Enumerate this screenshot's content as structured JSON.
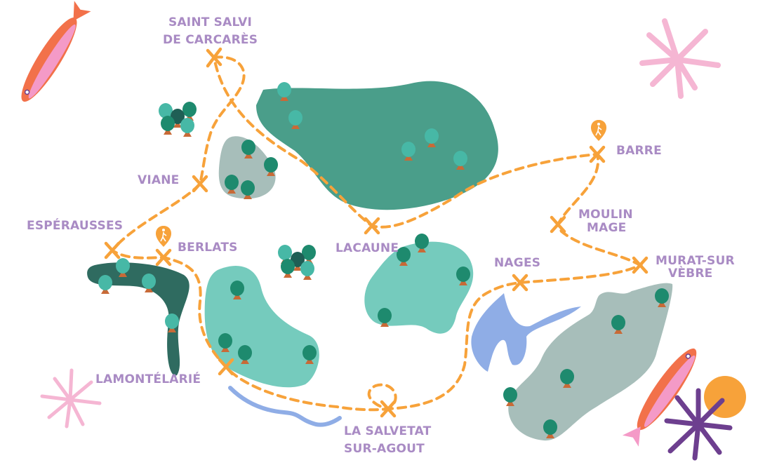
{
  "map": {
    "places": {
      "saint_salvi_1": "SAINT SALVI",
      "saint_salvi_2": "DE CARCARÈS",
      "viane": "VIANE",
      "esperausses": "ESPÉRAUSSES",
      "berlats": "BERLATS",
      "lamontelarie": "LAMONTÉLARIÉ",
      "lacaune": "LACAUNE",
      "la_salvetat_1": "LA SALVETAT",
      "la_salvetat_2": "SUR-AGOUT",
      "nages": "NAGES",
      "barre": "BARRE",
      "moulin_mage_1": "MOULIN",
      "moulin_mage_2": "MAGE",
      "murat_1": "MURAT-SUR",
      "murat_2": "VÈBRE"
    },
    "icons": [
      "hiker-pin-icon",
      "x-marker-icon",
      "tree-icon",
      "fish-icon",
      "starfish-icon",
      "sun-icon"
    ],
    "colors": {
      "label": "#A98BC4",
      "route": "#F7A23A",
      "forest_dark": "#4A9E8A",
      "forest_mint": "#75CBBD",
      "forest_gray": "#A7BEBA",
      "forest_deep": "#2F6B60",
      "water": "#8FADE6",
      "tree": "#1E8A6E",
      "trunk": "#C86A37"
    }
  }
}
